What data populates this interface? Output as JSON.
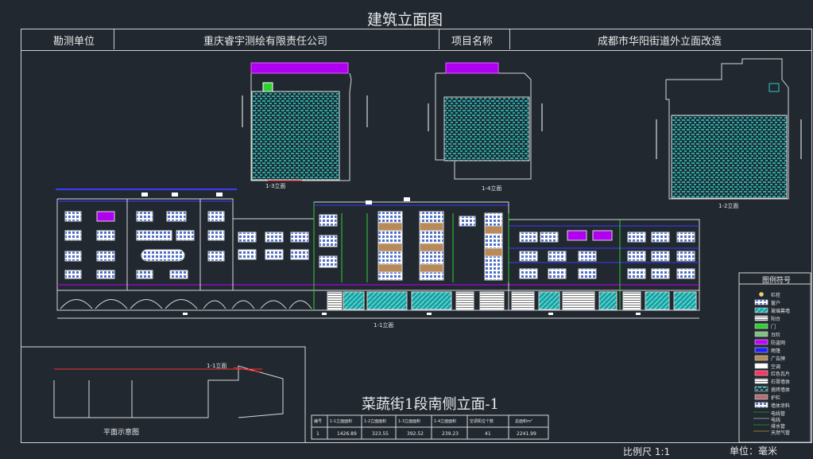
{
  "drawing": {
    "title": "建筑立面图",
    "survey_unit_label": "勘测单位",
    "survey_unit_value": "重庆睿宇测绘有限责任公司",
    "project_label": "项目名称",
    "project_value": "成都市华阳街道外立面改造",
    "main_title": "菜蔬街1段南侧立面-1",
    "scale_text": "比例尺  1:1",
    "unit_text": "单位：毫米"
  },
  "views": {
    "v13": "1-3立面",
    "v14": "1-4立面",
    "v12": "1-2立面",
    "v11": "1-1立面",
    "plan": "平面示意图",
    "plan_v11": "1-1立面"
  },
  "legend": {
    "title": "图例符号",
    "items": [
      "栏栓",
      "窗户",
      "玻璃幕墙",
      "阳台",
      "门",
      "台阶",
      "防盗网",
      "雨篷",
      "广告牌",
      "空调",
      "红色瓦片",
      "石膏墙体",
      "瓷砖墙体",
      "护栏",
      "墙体涂料",
      "电线管",
      "电线",
      "排水管",
      "天然气管"
    ]
  },
  "table": {
    "headers": [
      "编号",
      "1-1立面面积",
      "1-2立面面积",
      "1-3立面面积",
      "1-4立面面积",
      "空调机位个数",
      "总面积m²"
    ],
    "row": [
      "1",
      "1426.89",
      "323.55",
      "392.52",
      "239.23",
      "41",
      "2241.99"
    ]
  },
  "colors": {
    "background": "#212830",
    "line": "#d8d8d8",
    "facade_teal": "#2aa6a6",
    "window_blue": "#6e8ed8",
    "brown": "#b88a5a",
    "magenta": "#c000ff",
    "green": "#30d030",
    "red": "#ff3030",
    "cyan_glass": "#30c8c8"
  }
}
